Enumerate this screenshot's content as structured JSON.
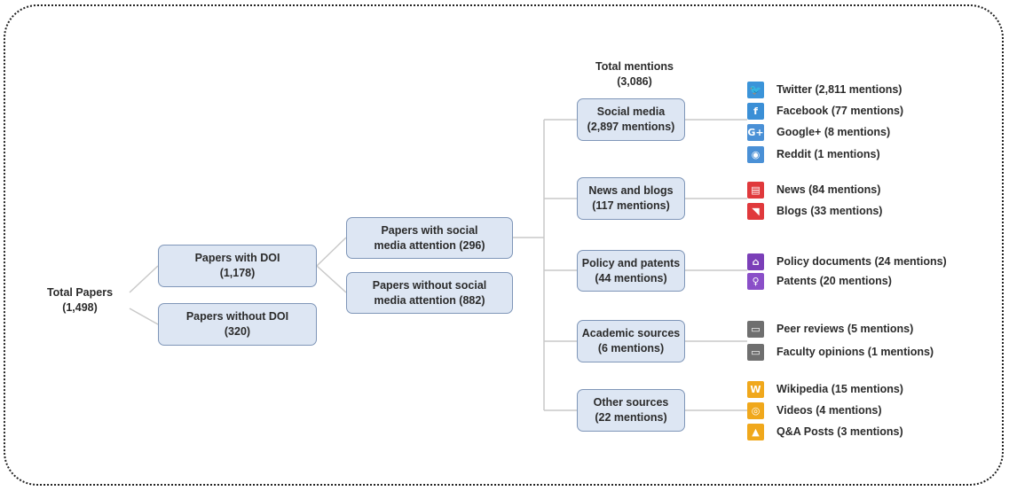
{
  "root": {
    "label": "Total Papers\n(1,498)"
  },
  "level1": [
    {
      "id": "doi",
      "label": "Papers with DOI\n(1,178)"
    },
    {
      "id": "nodoi",
      "label": "Papers without DOI\n(320)"
    }
  ],
  "level2": [
    {
      "id": "social",
      "label": "Papers with social\nmedia attention (296)"
    },
    {
      "id": "nosocial",
      "label": "Papers without social\nmedia attention (882)"
    }
  ],
  "total_mentions": {
    "label": "Total mentions\n(3,086)"
  },
  "categories": [
    {
      "id": "social-media",
      "label": "Social media\n(2,897 mentions)"
    },
    {
      "id": "news-blogs",
      "label": "News and blogs\n(117 mentions)"
    },
    {
      "id": "policy-patents",
      "label": "Policy and patents\n(44 mentions)"
    },
    {
      "id": "academic",
      "label": "Academic sources\n(6 mentions)"
    },
    {
      "id": "other",
      "label": "Other sources\n(22 mentions)"
    }
  ],
  "sources": [
    {
      "label": "Twitter (2,811 mentions)",
      "icon": "twitter-icon",
      "color": "#3b94d9",
      "glyph": "🐦"
    },
    {
      "label": "Facebook (77 mentions)",
      "icon": "facebook-icon",
      "color": "#3b8fd6",
      "glyph": "f"
    },
    {
      "label": "Google+ (8 mentions)",
      "icon": "google-plus-icon",
      "color": "#4a90d6",
      "glyph": "G+"
    },
    {
      "label": "Reddit (1 mentions)",
      "icon": "reddit-icon",
      "color": "#4a90d6",
      "glyph": "◉"
    },
    {
      "label": "News (84 mentions)",
      "icon": "news-icon",
      "color": "#e0393c",
      "glyph": "▤"
    },
    {
      "label": "Blogs (33 mentions)",
      "icon": "blogs-icon",
      "color": "#e0393c",
      "glyph": "◥"
    },
    {
      "label": "Policy documents (24 mentions)",
      "icon": "policy-icon",
      "color": "#7b3fb8",
      "glyph": "⌂"
    },
    {
      "label": "Patents (20 mentions)",
      "icon": "patent-icon",
      "color": "#8a4fc8",
      "glyph": "♀"
    },
    {
      "label": "Peer reviews (5 mentions)",
      "icon": "peer-review-icon",
      "color": "#6f6f6f",
      "glyph": "▭"
    },
    {
      "label": "Faculty opinions (1 mentions)",
      "icon": "faculty-opinion-icon",
      "color": "#6f6f6f",
      "glyph": "▭"
    },
    {
      "label": "Wikipedia (15 mentions)",
      "icon": "wikipedia-icon",
      "color": "#f0a81c",
      "glyph": "W"
    },
    {
      "label": "Videos (4 mentions)",
      "icon": "video-icon",
      "color": "#f0a81c",
      "glyph": "◎"
    },
    {
      "label": "Q&A Posts (3 mentions)",
      "icon": "qa-icon",
      "color": "#f0a81c",
      "glyph": "▲"
    }
  ]
}
